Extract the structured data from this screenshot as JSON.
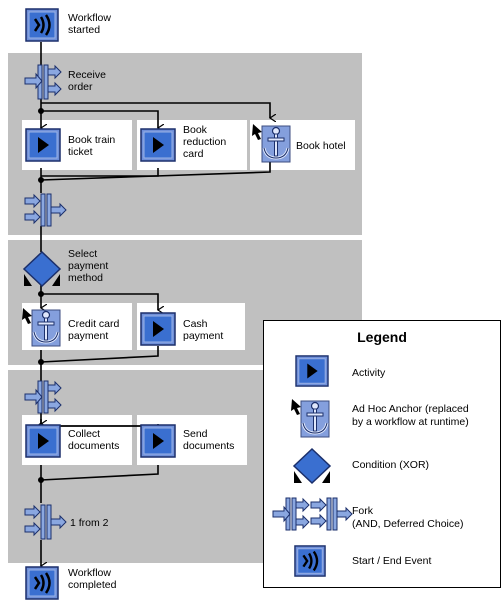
{
  "start": {
    "label_line1": "Workflow",
    "label_line2": "started"
  },
  "block1": {
    "receive": {
      "line1": "Receive",
      "line2": "order"
    },
    "book_train": {
      "line1": "Book train",
      "line2": "ticket"
    },
    "book_reduction": {
      "line1": "Book",
      "line2": "reduction",
      "line3": "card"
    },
    "book_hotel": {
      "line1": "Book hotel"
    }
  },
  "block2": {
    "select_payment": {
      "line1": "Select",
      "line2": "payment",
      "line3": "method"
    },
    "credit_card": {
      "line1": "Credit card",
      "line2": "payment"
    },
    "cash": {
      "line1": "Cash",
      "line2": "payment"
    }
  },
  "block3": {
    "collect": {
      "line1": "Collect",
      "line2": "documents"
    },
    "send": {
      "line1": "Send",
      "line2": "documents"
    },
    "join_label": "1 from 2"
  },
  "end": {
    "label_line1": "Workflow",
    "label_line2": "completed"
  },
  "legend": {
    "title": "Legend",
    "activity": "Activity",
    "anchor_line1": "Ad Hoc Anchor (replaced",
    "anchor_line2": "by a workflow at runtime)",
    "condition": "Condition (XOR)",
    "fork_line1": "Fork",
    "fork_line2": "(AND, Deferred Choice)",
    "event": "Start / End Event"
  },
  "colors": {
    "activity_blue": "#3a6fd0",
    "block_gray": "#c0c0c0",
    "icon_light": "#9bb3e6"
  }
}
